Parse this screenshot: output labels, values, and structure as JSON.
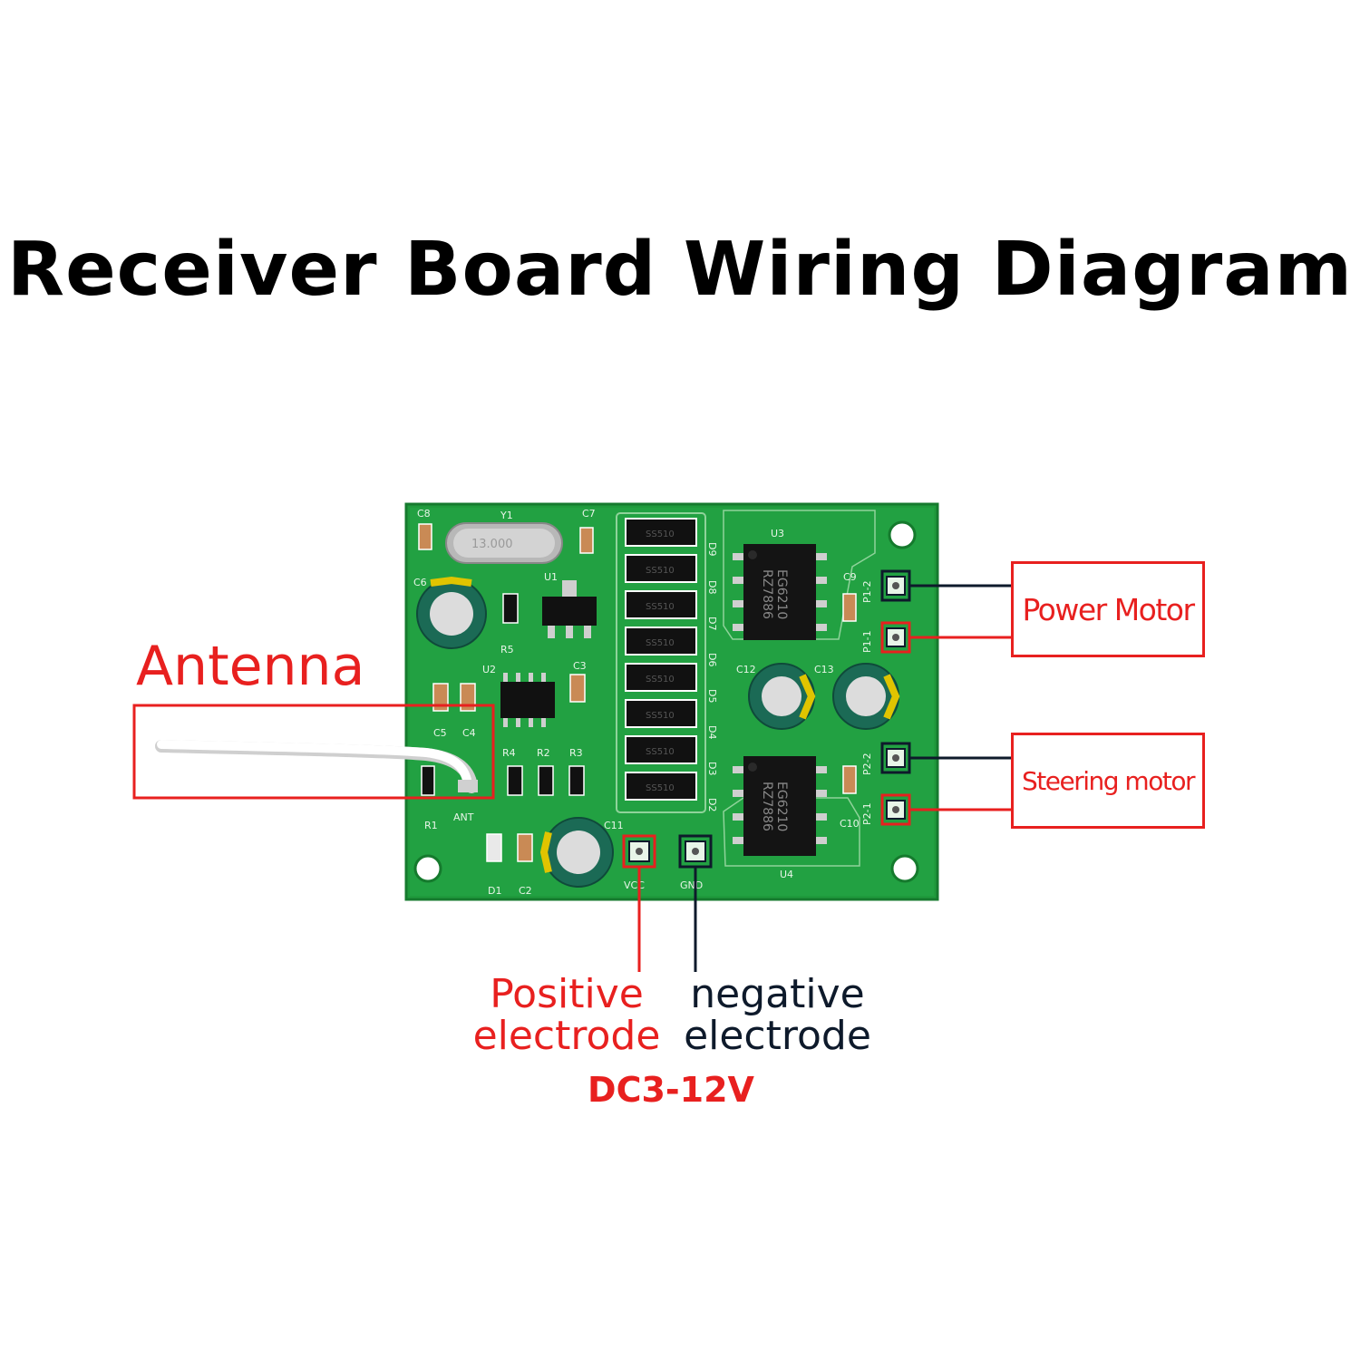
{
  "title": "Receiver Board Wiring Diagram",
  "labels": {
    "antenna": "Antenna",
    "power_motor": "Power Motor",
    "steering_motor": "Steering motor",
    "positive_electrode_line1": "Positive",
    "positive_electrode_line2": "electrode",
    "negative_electrode_line1": "negative",
    "negative_electrode_line2": "electrode",
    "voltage": "DC3-12V"
  },
  "board_silkscreen": {
    "crystal": "Y1",
    "crystal_marking": "13.000",
    "ic_u1": "U1",
    "ic_u2": "U2",
    "ic_u3": "U3",
    "ic_u4": "U4",
    "chip_marking_line1": "RZ7886",
    "chip_marking_line2": "EG6210",
    "diode_marking": "SS510",
    "pins": [
      "P1-2",
      "P1-1",
      "P2-2",
      "P2-1"
    ],
    "vcc": "VCC",
    "gnd": "GND",
    "ant": "ANT",
    "parts": [
      "C8",
      "C7",
      "C6",
      "R5",
      "C3",
      "C5",
      "C4",
      "R4",
      "R2",
      "R3",
      "R1",
      "C11",
      "D1",
      "C2",
      "C9",
      "C10",
      "C12",
      "C13",
      "D2",
      "D3",
      "D4",
      "D5",
      "D6",
      "D7",
      "D8",
      "D9"
    ]
  },
  "colors": {
    "accent_red": "#e8201f",
    "dark_line": "#0e1a2b",
    "pcb_green": "#1f9a3c"
  }
}
